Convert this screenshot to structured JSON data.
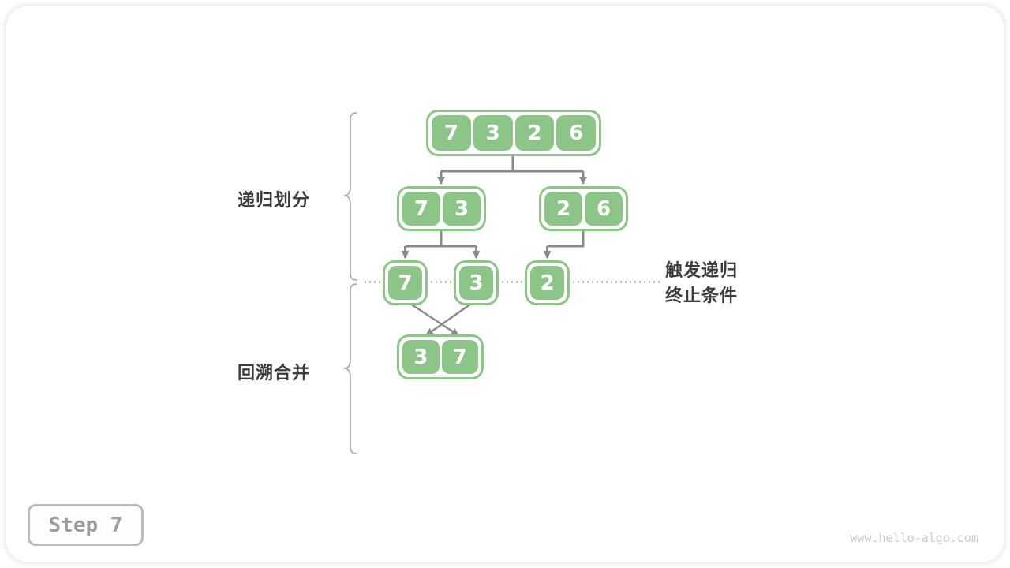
{
  "figure": {
    "topic": "merge-sort-step",
    "labels": {
      "divide": "递归划分",
      "merge": "回溯合并",
      "terminate_line1": "触发递归",
      "terminate_line2": "终止条件"
    },
    "diagram": {
      "root": {
        "values": [
          "7",
          "3",
          "2",
          "6"
        ]
      },
      "level2_left": {
        "values": [
          "7",
          "3"
        ]
      },
      "level2_right": {
        "values": [
          "2",
          "6"
        ]
      },
      "leaves": {
        "values": [
          "7",
          "3",
          "2"
        ]
      },
      "merged": {
        "values": [
          "3",
          "7"
        ]
      }
    },
    "badge": {
      "text": "Step 7"
    },
    "watermark": {
      "text": "www.hello-algo.com"
    },
    "colors": {
      "node_green": "#8dc588",
      "arrow_gray": "#8a8a8a",
      "dotted_gray": "#9e9e9e",
      "brace_gray": "#a6a6a6",
      "label_dark": "#3b3b3b",
      "badge_gray": "#9c9c9c",
      "watermark_gray": "#cbcbcb"
    }
  }
}
